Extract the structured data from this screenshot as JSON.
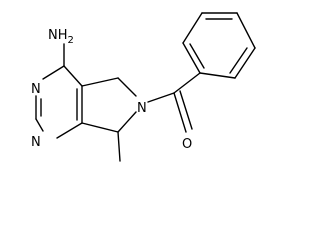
{
  "molecule": {
    "atom_labels": {
      "amine": "NH2",
      "amine_main": "NH",
      "amine_sub": "2",
      "ring_n_top": "N",
      "ring_n_bottom": "N",
      "pyrrolidine_n": "N",
      "carbonyl_o": "O"
    },
    "colors": {
      "bond": "#000000",
      "text": "#000000",
      "background": "#ffffff"
    }
  }
}
